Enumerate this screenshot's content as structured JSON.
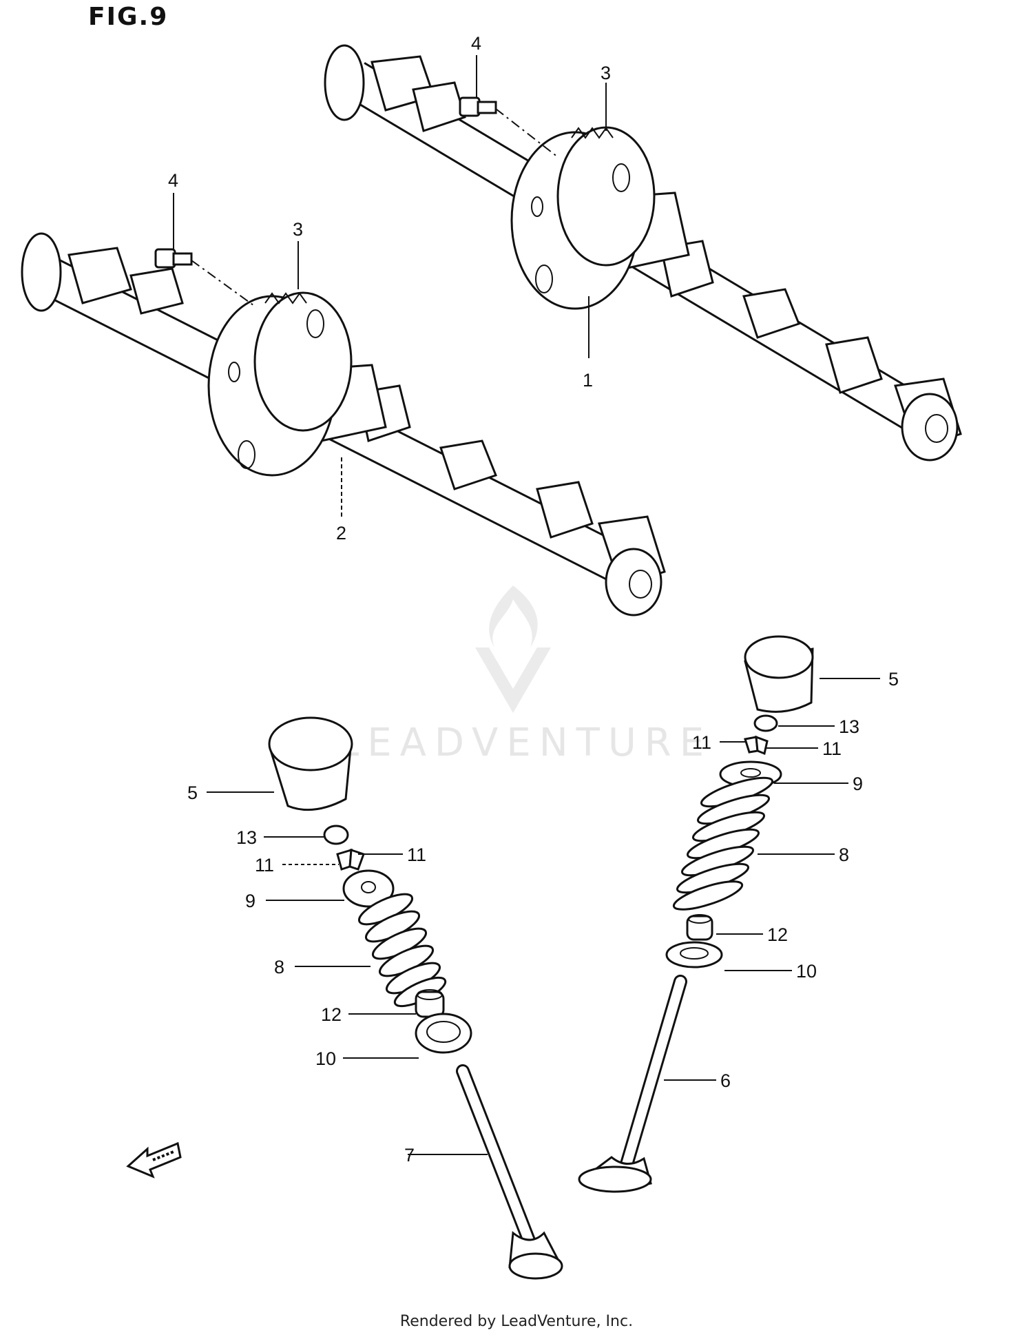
{
  "figure": {
    "title": "FIG.9"
  },
  "watermark": {
    "text": "LEADVENTURE"
  },
  "footer": {
    "text": "Rendered by LeadVenture, Inc."
  },
  "direction_marker": {
    "icon": "fwd-arrow-icon"
  },
  "callouts": {
    "c1": "1",
    "c2": "2",
    "c3a": "3",
    "c3b": "3",
    "c4a": "4",
    "c4b": "4",
    "c5a": "5",
    "c5b": "5",
    "c6": "6",
    "c7": "7",
    "c8a": "8",
    "c8b": "8",
    "c9a": "9",
    "c9b": "9",
    "c10a": "10",
    "c10b": "10",
    "c11a": "11",
    "c11b": "11",
    "c11c": "11",
    "c11d": "11",
    "c12a": "12",
    "c12b": "12",
    "c13a": "13",
    "c13b": "13"
  }
}
